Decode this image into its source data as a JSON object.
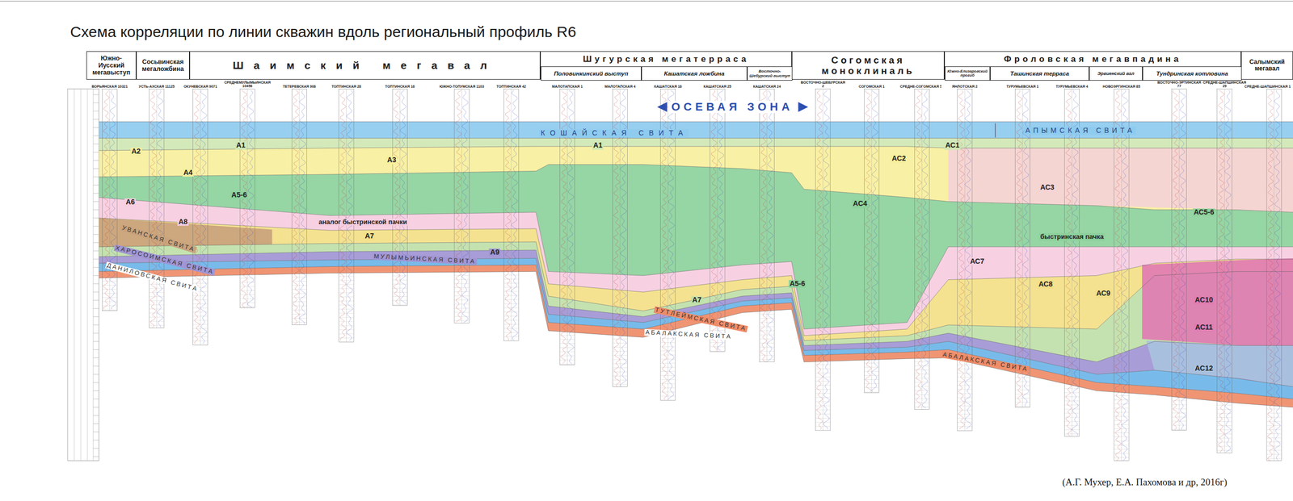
{
  "diagram": {
    "title": "Схема корреляции по линии скважин вдоль региональный профиль R6",
    "caption": "(А.Г. Мухер, Е.А. Пахомова и др, 2016г)",
    "nodes": [
      {
        "text": [
          "Южно-Иусский мегавыступ"
        ]
      },
      {
        "text": [
          "Сосьвинская мегаложбина"
        ]
      },
      {
        "text": [
          "Шаимский мегавал"
        ]
      },
      {
        "text": [
          "Шугурская мегатерраса"
        ]
      },
      {
        "text": [
          "Половинкинский выступ"
        ],
        "in": 3
      },
      {
        "text": [
          "Кашатская ложбина"
        ],
        "in": 3
      },
      {
        "text": [
          "Восточно-Шебурский выступ"
        ],
        "in": 3
      },
      {
        "text": [
          "Согомская моноклиналь"
        ]
      },
      {
        "text": [
          "Фроловская мегавпадина"
        ]
      },
      {
        "text": [
          "Южно-Елизаровский прогиб"
        ],
        "in": 8
      },
      {
        "text": [
          "Ташинская терраса"
        ],
        "in": 8
      },
      {
        "text": [
          "Эрвиенский вал"
        ],
        "in": 8
      },
      {
        "text": [
          "Тундринская котловина"
        ],
        "in": 8
      },
      {
        "text": [
          "Салымский мегавал"
        ]
      }
    ],
    "labels": [
      "ВОРЬЯНСКАЯ 10321",
      "УСТЬ-АХСКАЯ 11125",
      "ОКУНЕВСКАЯ 9071",
      "СРЕДНЕМУЛЫМЬИНСКАЯ 10456",
      "ТЕТЕРЕВСКАЯ 906",
      "ТОПТИНСКАЯ 28",
      "ТОПТИНСКАЯ 16",
      "ЮЖНО-ТОПУМСКАЯ 1103",
      "ТОПТИНСКАЯ 42",
      "МАЛОТАПСКАЯ 1",
      "МАЛОТАПСКАЯ 4",
      "КАШАТСКАЯ 16",
      "КАШАТСКАЯ 25",
      "КАШАТСКАЯ 24",
      "ВОСТОЧНО-ШЕБУРСКАЯ 2",
      "СОГОМСКАЯ 1",
      "СРЕДНЕ-СОГОМСКАЯ 53",
      "ЯНЛОТСКАЯ 2",
      "ТУРУМЬЕВСКАЯ 1",
      "ТУРУМЬЕВСКАЯ 4",
      "НОВОЭРГИНСКАЯ 85",
      "ВОСТОЧНО-ЭРТИНСКАЯ 77",
      "СРЕДНЕ-ШАПШИНСКАЯ 29",
      "СРЕДНЕ-ШАПШИНСКАЯ 1",
      "ОСЕВАЯ ЗОНА",
      "КОШАЙСКАЯ СВИТА",
      "АПЫМСКАЯ СВИТА",
      "А1",
      "А2",
      "А4",
      "А3",
      "А1",
      "А5-6",
      "А6",
      "аналог быстринской пачки",
      "А7",
      "А8",
      "УВАНСКАЯ СВИТА",
      "ХАРОСОИМСКАЯ СВИТА",
      "ДАНИЛОВСКАЯ СВИТА",
      "МУЛЫМЬИНСКАЯ СВИТА",
      "А9",
      "А7",
      "ТУТЛЕЙМСКАЯ СВИТА",
      "АБАЛАКСКАЯ СВИТА",
      "АС1",
      "АС2",
      "АС3",
      "АС4",
      "А5-6",
      "АС5-6",
      "быстринская пачка",
      "АС7",
      "АС8",
      "АС9",
      "АС10",
      "АС11",
      "АС12",
      "АБАЛАКСКАЯ СВИТА"
    ]
  }
}
